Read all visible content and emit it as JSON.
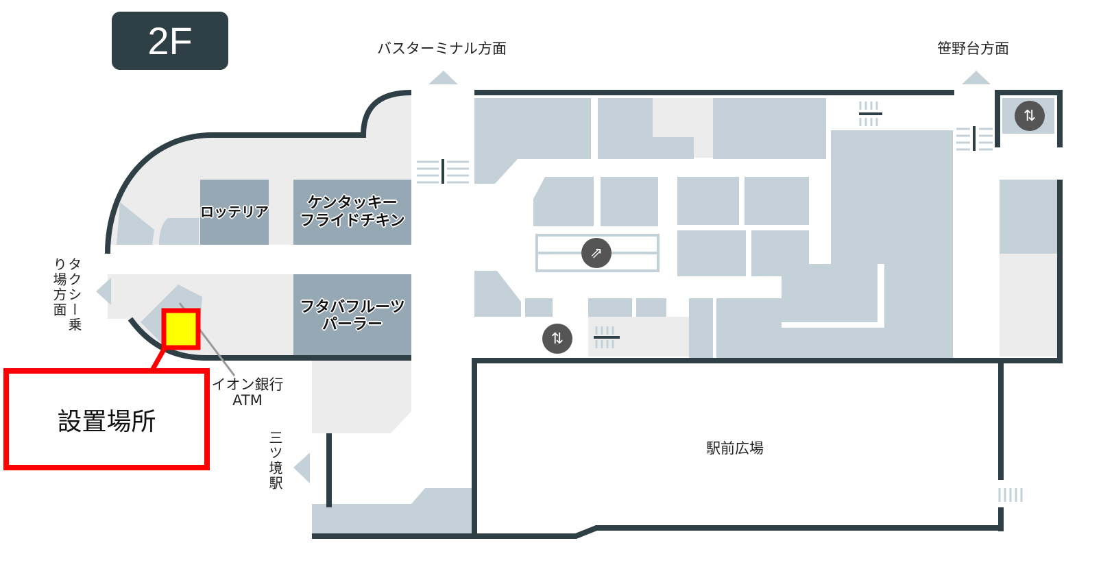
{
  "floor": "2F",
  "directions": {
    "bus_terminal": "バスターミナル方面",
    "sasanodai": "笹野台方面",
    "taxi": "タクシー乗り場方面",
    "mitsukyo": "三ツ境駅"
  },
  "stores": {
    "lotteria": "ロッテリア",
    "kfc_line1": "ケンタッキー",
    "kfc_line2": "フライドチキン",
    "futaba_line1": "フタバフルーツ",
    "futaba_line2": "パーラー"
  },
  "atm": {
    "line1": "イオン銀行",
    "line2": "ATM"
  },
  "plaza": "駅前広場",
  "callout": "設置場所",
  "colors": {
    "wall": "#2f3f46",
    "store": "#c5d1d9",
    "named_store": "#95a8b3",
    "floor": "#ececec",
    "marker": "#ffff00",
    "highlight": "#ff0000"
  }
}
